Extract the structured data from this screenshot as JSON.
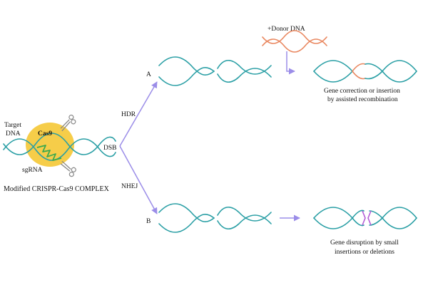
{
  "colors": {
    "dna": "#2a9fa5",
    "donor": "#e9875f",
    "complex": "#f6cd49",
    "sgrna": "#3aa84e",
    "arrow": "#9b8de8",
    "edit_mark": "#b35ed6",
    "text": "#111111"
  },
  "labels": {
    "target_dna_line1": "Target",
    "target_dna_line2": "DNA",
    "cas9": "Cas9",
    "sgrna": "sgRNA",
    "complex_caption": "Modified CRISPR-Cas9 COMPLEX",
    "dsb": "DSB",
    "hdr": "HDR",
    "nhej": "NHEJ",
    "path_a": "A",
    "path_b": "B",
    "donor_dna": "+Donor DNA",
    "hdr_result_line1": "Gene correction or insertion",
    "hdr_result_line2": "by assisted recombination",
    "nhej_result_line1": "Gene disruption by small",
    "nhej_result_line2": "insertions or deletions"
  },
  "icons": {
    "scissors": "scissors-icon"
  }
}
